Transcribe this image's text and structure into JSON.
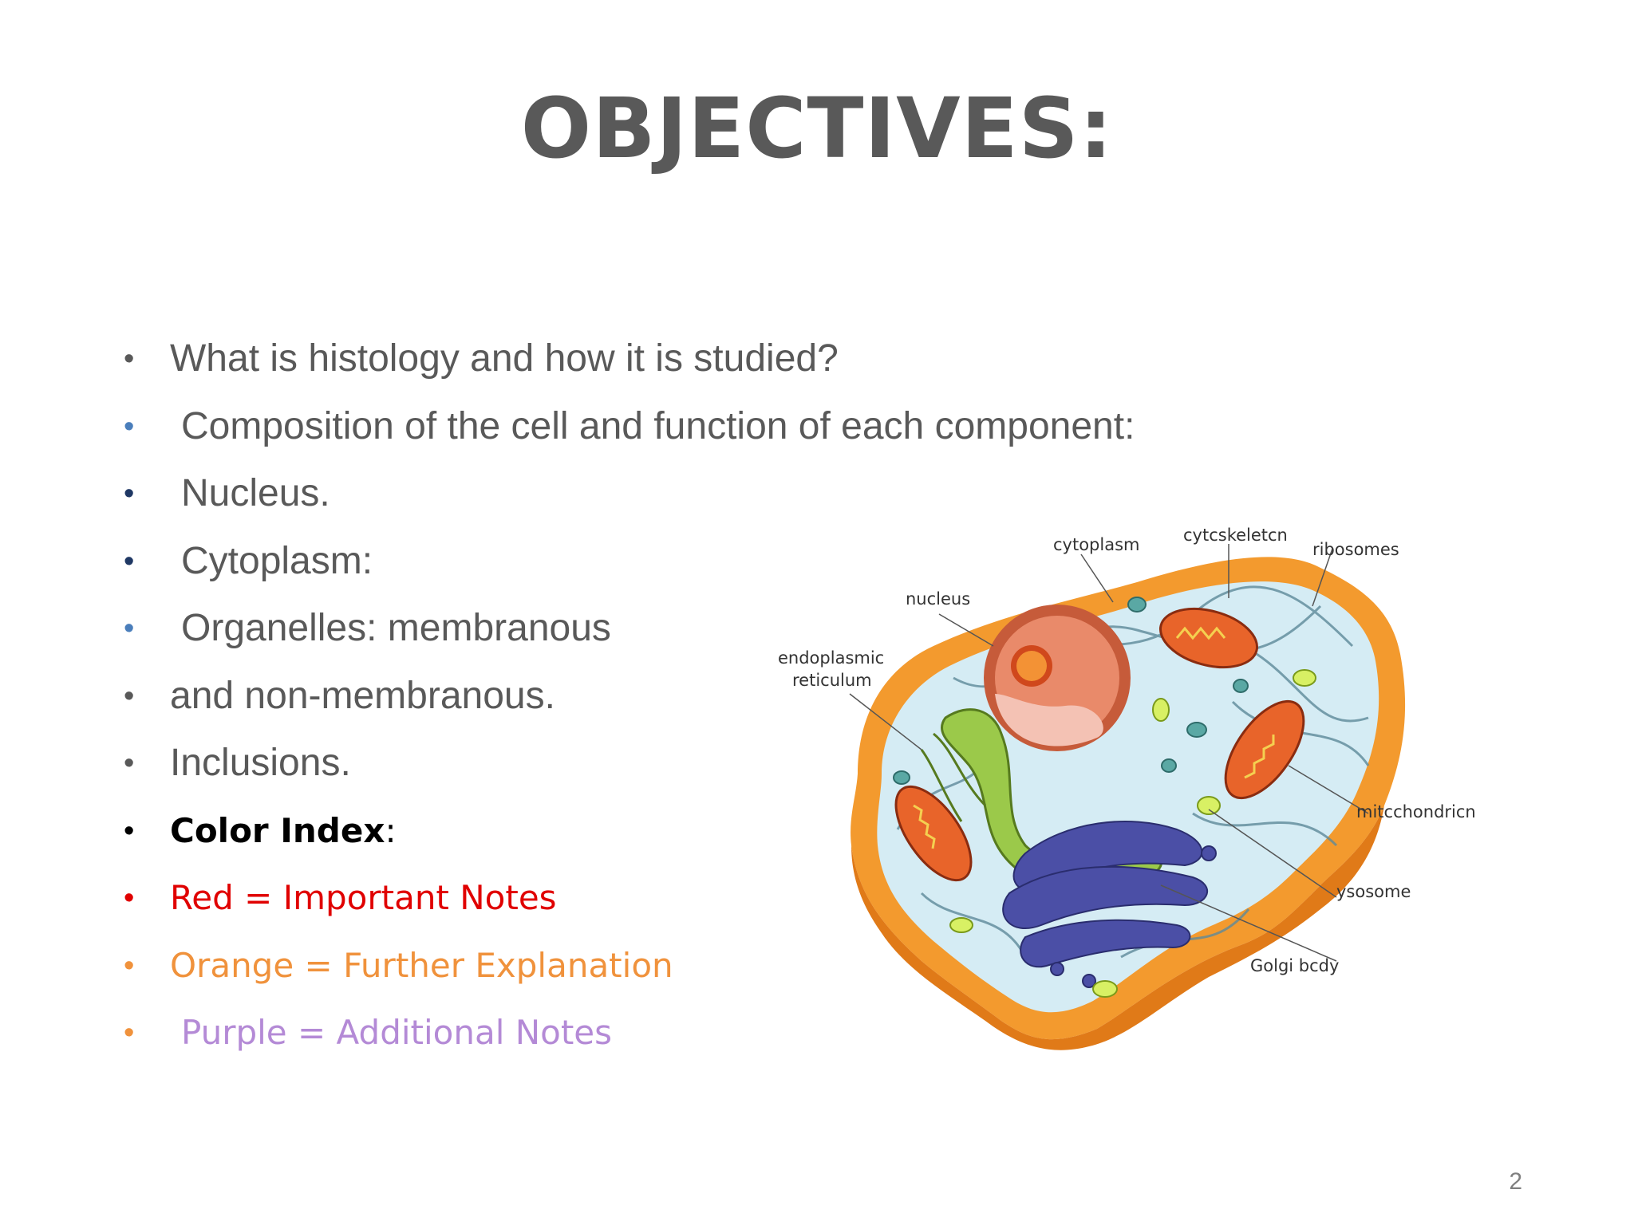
{
  "title": "OBJECTIVES:",
  "bullets": [
    {
      "text": "What is histology and how it is studied?",
      "bullet_color": "#595959"
    },
    {
      "text": "Composition of the cell and function of each component:",
      "bullet_color": "#4a7ebb"
    },
    {
      "text": "Nucleus.",
      "bullet_color": "#1f3864"
    },
    {
      "text": "Cytoplasm:",
      "bullet_color": "#1f3864"
    },
    {
      "text": "Organelles: membranous",
      "bullet_color": "#4a7ebb"
    },
    {
      "text": "and non-membranous.",
      "bullet_color": "#595959"
    },
    {
      "text": "Inclusions.",
      "bullet_color": "#595959"
    }
  ],
  "color_index": {
    "label": "Color Index",
    "colon": ":",
    "items": [
      {
        "text": "Red = Important Notes",
        "color": "#e00000",
        "bullet_color": "#e00000"
      },
      {
        "text": "Orange = Further Explanation",
        "color": "#f0923c",
        "bullet_color": "#f0923c"
      },
      {
        "text": "Purple = Additional Notes",
        "color": "#b48ad6",
        "bullet_color": "#f0923c"
      }
    ]
  },
  "diagram_labels": {
    "cytoplasm": "cytoplasm",
    "cytoskeleton": "cytcskeletcn",
    "ribosomes": "ribosomes",
    "nucleus": "nucleus",
    "er_line1": "endoplasmic",
    "er_line2": "reticulum",
    "mitochondrion": "mitcchondricn",
    "lysosome": "ysosome",
    "golgi": "Golgi bcdy"
  },
  "page_number": "2"
}
